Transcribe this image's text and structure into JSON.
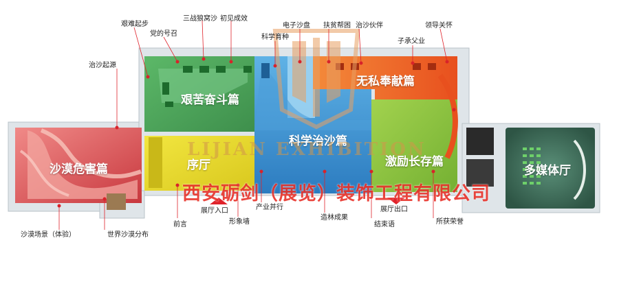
{
  "zones": {
    "desert_hazard": "沙漠危害篇",
    "struggle": "艰苦奋斗篇",
    "science": "科学治沙篇",
    "dedication": "无私奉献篇",
    "preface_hall": "序厅",
    "inspire": "激励长存篇",
    "multimedia": "多媒体厅"
  },
  "callouts": {
    "hard_start": "艰难起步",
    "party_call": "党的号召",
    "three_battles": "三战狼窝沙",
    "first_results": "初见成效",
    "sci_breeding": "科学育种",
    "electronic_sand_table": "电子沙盘",
    "poverty_help": "扶贫帮困",
    "partners": "治沙伙伴",
    "leader_care": "领导关怀",
    "son_inherits": "子承父业",
    "origin": "治沙起源",
    "desert_scene": "沙漠场景（体验）",
    "world_desert": "世界沙漠分布",
    "foreword": "前言",
    "entrance": "展厅入口",
    "image_wall": "形象墙",
    "industry": "产业并行",
    "afforestation": "造林成果",
    "exit": "展厅出口",
    "epilogue": "结束语",
    "honors": "所获荣誉"
  },
  "watermark": {
    "company_name": "西安砺剑（展览）装饰工程有限公司",
    "brand_en": "LIJIAN EXHIBITION"
  },
  "colors": {
    "desert_red": "#e0585c",
    "struggle_green": "#4da35b",
    "science_blue": "#3a8fd0",
    "dedication_orange": "#f06a2a",
    "preface_yellow": "#e8d92c",
    "inspire_green": "#8cc43e",
    "multimedia_teal": "#3e6f5b",
    "wall_grey": "#dde3e7",
    "callout_dot": "#d8232a"
  }
}
